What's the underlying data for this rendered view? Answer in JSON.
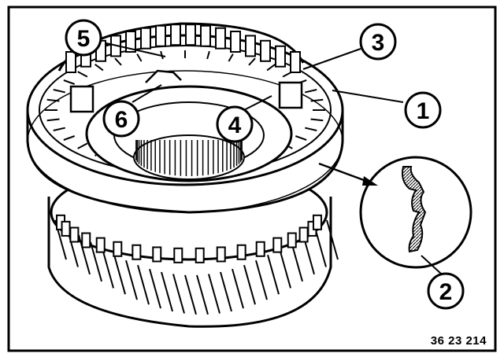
{
  "callouts": [
    {
      "id": "1",
      "label": "1"
    },
    {
      "id": "2",
      "label": "2"
    },
    {
      "id": "3",
      "label": "3"
    },
    {
      "id": "4",
      "label": "4"
    },
    {
      "id": "5",
      "label": "5"
    },
    {
      "id": "6",
      "label": "6"
    }
  ],
  "figure_number": "36 23 214",
  "colors": {
    "line": "#000000",
    "paper": "#ffffff",
    "shade": "#555555"
  }
}
